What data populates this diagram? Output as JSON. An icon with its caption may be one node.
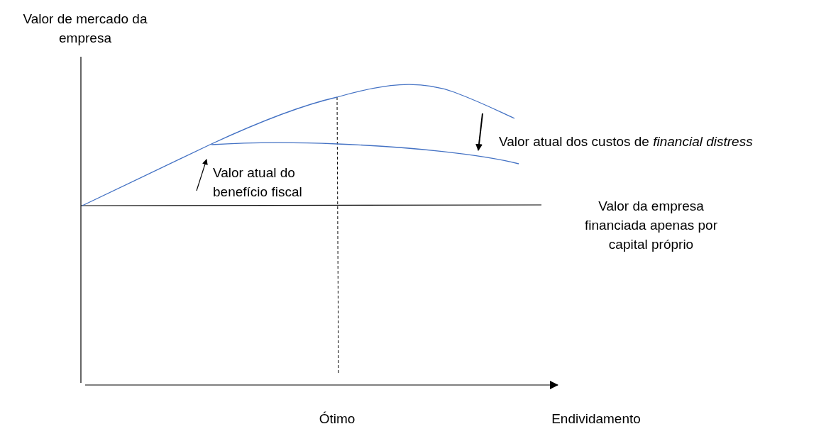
{
  "diagram": {
    "labels": [
      "Valor de mercado da empresa",
      "Valor atual dos custos de *financial distress*",
      "Valor atual do benefício fiscal",
      "Valor da empresa financiada apenas por capital próprio",
      "Ótimo",
      "Endividamento"
    ]
  }
}
